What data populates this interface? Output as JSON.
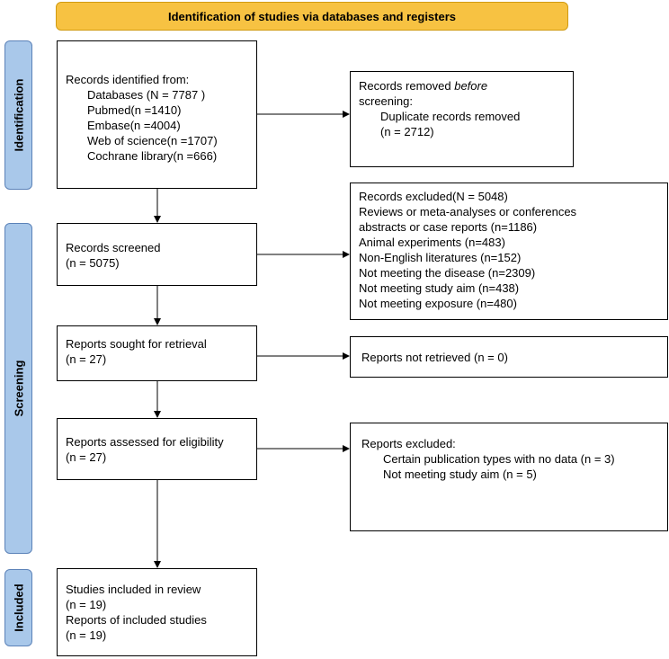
{
  "banner": "Identification of studies via databases and registers",
  "phases": {
    "identification": "Identification",
    "screening": "Screening",
    "included": "Included"
  },
  "identified": {
    "heading": "Records identified from:",
    "items": [
      "Databases (N = 7787 )",
      "Pubmed(n =1410)",
      "Embase(n =4004)",
      "Web of science(n =1707)",
      "Cochrane library(n =666)"
    ]
  },
  "removed": {
    "heading_pre": "Records removed ",
    "heading_em": "before",
    "heading_post": "screening:",
    "item": "Duplicate records removed",
    "count": "(n = 2712)"
  },
  "screened": {
    "label": "Records screened",
    "count": "(n = 5075)"
  },
  "excluded": {
    "heading": "Records excluded(N = 5048)",
    "items": [
      "Reviews or meta-analyses or conferences",
      "abstracts or case reports (n=1186)",
      "Animal experiments (n=483)",
      "Non-English literatures (n=152)",
      "Not meeting the disease (n=2309)",
      "Not meeting study aim (n=438)",
      "Not meeting exposure  (n=480)"
    ]
  },
  "sought": {
    "label": "Reports sought for retrieval",
    "count": "(n = 27)"
  },
  "not_retrieved": {
    "label": "Reports not retrieved (n = 0)"
  },
  "assessed": {
    "label": "Reports assessed for eligibility",
    "count": "(n = 27)"
  },
  "reports_excluded": {
    "heading": "Reports excluded:",
    "items": [
      "Certain publication types with no data (n = 3)",
      "Not meeting study aim (n = 5)"
    ]
  },
  "included": {
    "studies_label": "Studies included in review",
    "studies_count": "(n = 19)",
    "reports_label": "Reports of included studies",
    "reports_count": "(n = 19)"
  }
}
